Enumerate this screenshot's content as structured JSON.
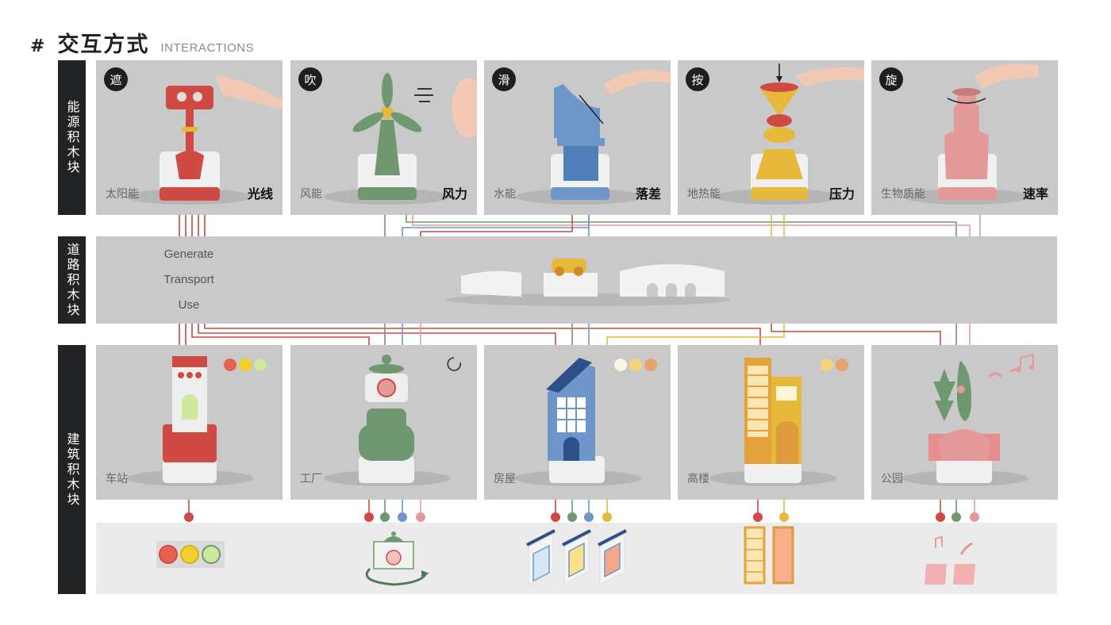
{
  "header": {
    "hash": "#",
    "title_cn": "交互方式",
    "title_en": "INTERACTIONS"
  },
  "rows": {
    "energy": "能源积木块",
    "road": "道路积木块",
    "building": "建筑积木块"
  },
  "energy_cards": [
    {
      "badge": "遮",
      "source": "太阳能",
      "force": "光线",
      "color": "#cf4a42"
    },
    {
      "badge": "吹",
      "source": "风能",
      "force": "风力",
      "color": "#6f9770"
    },
    {
      "badge": "滑",
      "source": "水能",
      "force": "落差",
      "color": "#6f96c9"
    },
    {
      "badge": "按",
      "source": "地热能",
      "force": "压力",
      "color": "#e6b93a"
    },
    {
      "badge": "旋",
      "source": "生物质能",
      "force": "速率",
      "color": "#e59a9a"
    }
  ],
  "road_steps": [
    "Generate",
    "Transport",
    "Use"
  ],
  "building_cards": [
    {
      "label": "车站",
      "color": "#cf4a42"
    },
    {
      "label": "工厂",
      "color": "#6f9770"
    },
    {
      "label": "房屋",
      "color": "#6f96c9"
    },
    {
      "label": "高楼",
      "color": "#e6b93a"
    },
    {
      "label": "公园",
      "color": "#e59a9a"
    }
  ],
  "icons": [
    "sun-block-icon",
    "windmill-icon",
    "water-slide-icon",
    "press-block-icon",
    "rotate-block-icon",
    "refresh-icon",
    "traffic-light-icon",
    "factory-cycle-icon",
    "window-icon",
    "tower-icon",
    "music-note-icon"
  ],
  "colors": {
    "red": "#cf4a42",
    "green": "#6f9770",
    "blue": "#6f96c9",
    "yellow": "#e6b93a",
    "pink": "#e59a9a"
  }
}
